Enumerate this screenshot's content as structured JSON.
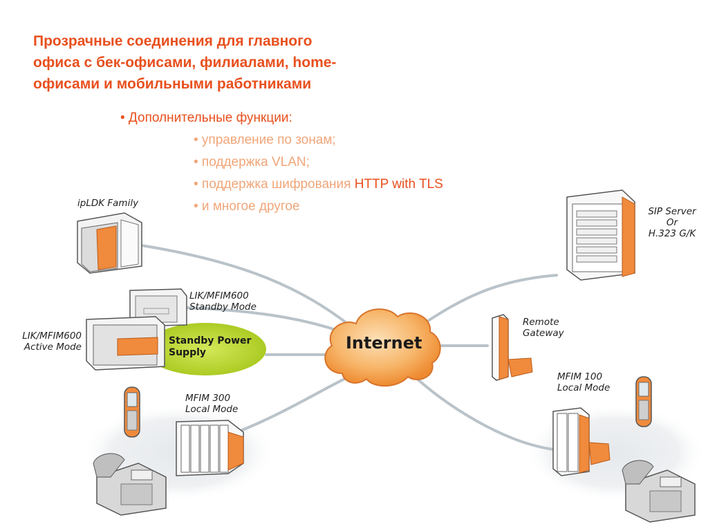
{
  "title": {
    "line1": "Прозрачные соединения для главного",
    "line2": "офиса с бек-офисами, филиалами, home-",
    "line3": "офисами и мобильными работниками"
  },
  "features": {
    "heading": "• Дополнительные функции:",
    "items": [
      {
        "text": "• управление по зонам;",
        "highlight": ""
      },
      {
        "text": "• поддержка VLAN;",
        "highlight": ""
      },
      {
        "text": "• поддержка шифрования ",
        "highlight": "HTTP with TLS"
      },
      {
        "text": "• и многое другое",
        "highlight": ""
      }
    ]
  },
  "diagram": {
    "center": "Internet",
    "nodes": {
      "ipldk": {
        "label": "ipLDK Family"
      },
      "standby": {
        "line1": "LIK/MFIM600",
        "line2": "Standby Mode"
      },
      "active": {
        "line1": "LIK/MFIM600",
        "line2": "Active Mode"
      },
      "power_supply": {
        "line1": "Standby Power",
        "line2": "Supply"
      },
      "mfim300": {
        "line1": "MFIM 300",
        "line2": "Local Mode"
      },
      "sip": {
        "line1": "SIP Server",
        "line2": "Or",
        "line3": "H.323 G/K"
      },
      "gateway": {
        "line1": "Remote",
        "line2": "Gateway"
      },
      "mfim100": {
        "line1": "MFIM 100",
        "line2": "Local Mode"
      }
    }
  },
  "colors": {
    "accent": "#e8501e",
    "accent_light": "#f0a679",
    "device_orange": "#f08a3c",
    "supply_green": "#b8d432",
    "line_grey": "#b8c2c8"
  }
}
